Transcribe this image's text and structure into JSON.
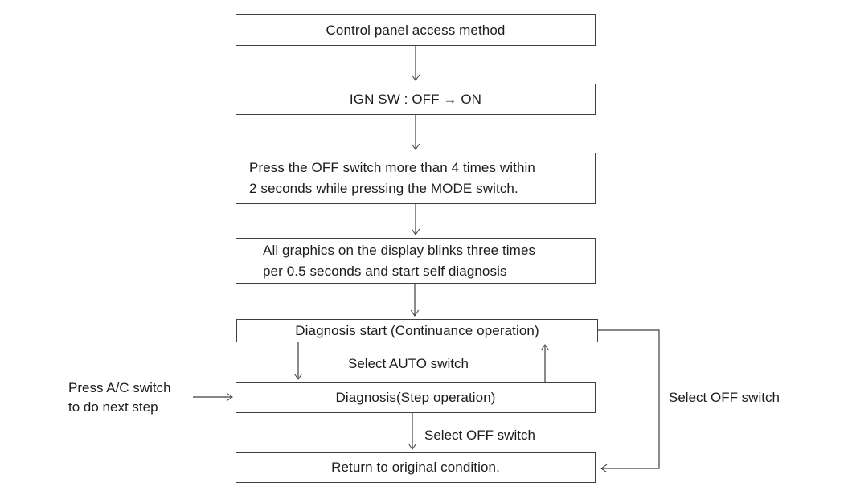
{
  "flowchart": {
    "nodes": {
      "access": "Control panel access method",
      "ign": "IGN SW : OFF → ON",
      "press_off_line1": "Press the OFF switch more than 4 times within",
      "press_off_line2": "2 seconds while pressing the MODE switch.",
      "blink_line1": "All graphics on the display blinks three times",
      "blink_line2": "per 0.5 seconds and start self diagnosis",
      "diagnosis_start": "Diagnosis start (Continuance operation)",
      "diagnosis_step": "Diagnosis(Step operation)",
      "return": "Return to original condition."
    },
    "edge_labels": {
      "select_auto": "Select AUTO switch",
      "select_off_step": "Select OFF switch",
      "select_off_continuance": "Select OFF switch",
      "press_ac_line1": "Press A/C switch",
      "press_ac_line2": "to do next step"
    },
    "colors": {
      "line": "#3f3f3f",
      "text": "#1c1c1c",
      "background": "#ffffff"
    }
  }
}
